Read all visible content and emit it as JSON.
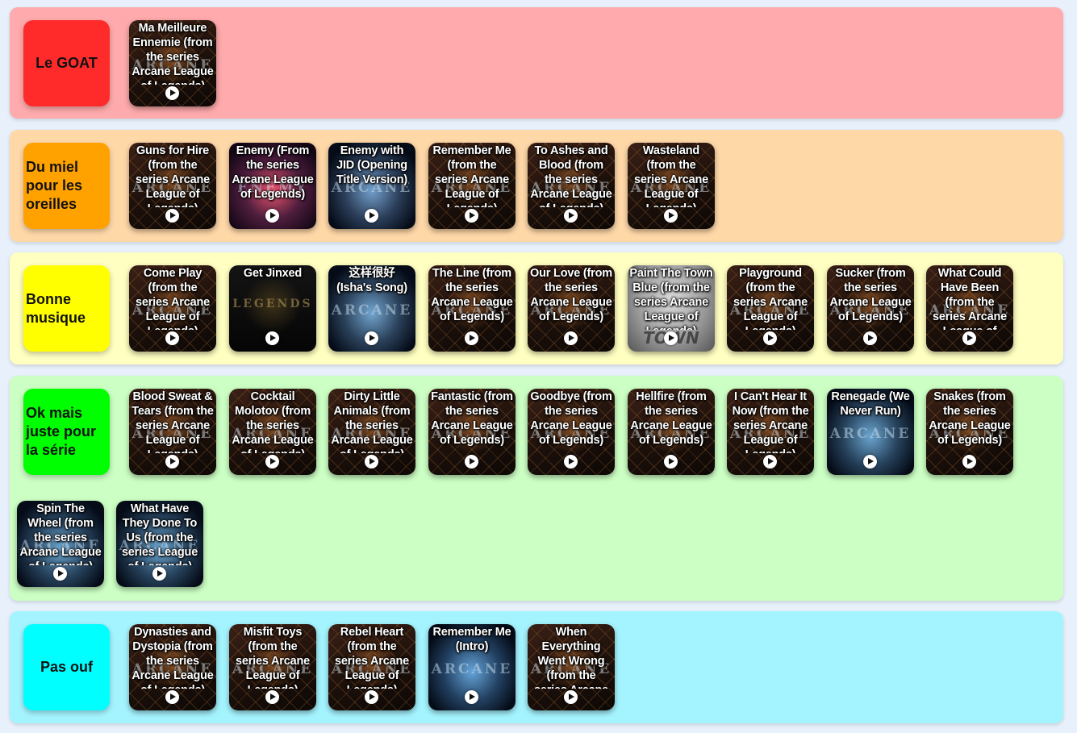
{
  "tiers": [
    {
      "label": "Le GOAT",
      "color": "#ffaaac",
      "label_color": "#ff2b2b",
      "items": [
        {
          "title": "Ma Meilleure Ennemie (from the series Arcane League of Legends)"
        }
      ]
    },
    {
      "label": "Du miel pour les oreilles",
      "color": "#ffd8a8",
      "label_color": "#ffa200",
      "items": [
        {
          "title": "Guns for Hire (from the series Arcane League of Legends)"
        },
        {
          "title": "Enemy (From the series Arcane League of Legends)"
        },
        {
          "title": "Enemy with JID (Opening Title Version)"
        },
        {
          "title": "Remember Me (from the series Arcane League of Legends)"
        },
        {
          "title": "To Ashes and Blood (from the series Arcane League of Legends)"
        },
        {
          "title": "Wasteland (from the series Arcane League of Legends)"
        }
      ]
    },
    {
      "label": "Bonne musique",
      "color": "#ffffc1",
      "label_color": "#ffff00",
      "items": [
        {
          "title": "Come Play (from the series Arcane League of Legends)"
        },
        {
          "title": "Get Jinxed"
        },
        {
          "title": "这样很好 (Isha's Song)"
        },
        {
          "title": "The Line (from the series Arcane League of Legends)"
        },
        {
          "title": "Our Love (from the series Arcane League of Legends)"
        },
        {
          "title": "Paint The Town Blue (from the series Arcane League of Legends)"
        },
        {
          "title": "Playground (from the series Arcane League of Legends)"
        },
        {
          "title": "Sucker (from the series Arcane League of Legends)"
        },
        {
          "title": "What Could Have Been (from the series Arcane League of Legends)"
        }
      ]
    },
    {
      "label": "Ok mais juste pour la série",
      "color": "#ccffc4",
      "label_color": "#00ff00",
      "items": [
        {
          "title": "Blood Sweat & Tears (from the series Arcane League of Legends)"
        },
        {
          "title": "Cocktail Molotov (from the series Arcane League of Legends)"
        },
        {
          "title": "Dirty Little Animals (from the series Arcane League of Legends)"
        },
        {
          "title": "Fantastic (from the series Arcane League of Legends)"
        },
        {
          "title": "Goodbye (from the series Arcane League of Legends)"
        },
        {
          "title": "Hellfire (from the series Arcane League of Legends)"
        },
        {
          "title": "I Can't Hear It Now (from the series Arcane League of Legends)"
        },
        {
          "title": "Renegade (We Never Run)"
        },
        {
          "title": "Snakes (from the series Arcane League of Legends)"
        },
        {
          "title": "Spin The Wheel (from the series Arcane League of Legends)"
        },
        {
          "title": "What Have They Done To Us (from the series League of Legends)"
        }
      ]
    },
    {
      "label": "Pas ouf",
      "color": "#a4f4ff",
      "label_color": "#00ffff",
      "items": [
        {
          "title": "Dynasties and Dystopia (from the series Arcane League of Legends)"
        },
        {
          "title": "Misfit Toys (from the series Arcane League of Legends)"
        },
        {
          "title": "Rebel Heart (from the series Arcane League of Legends)"
        },
        {
          "title": "Remember Me (Intro)"
        },
        {
          "title": "When Everything Went Wrong (from the series Arcane League of Legends)"
        }
      ]
    }
  ]
}
